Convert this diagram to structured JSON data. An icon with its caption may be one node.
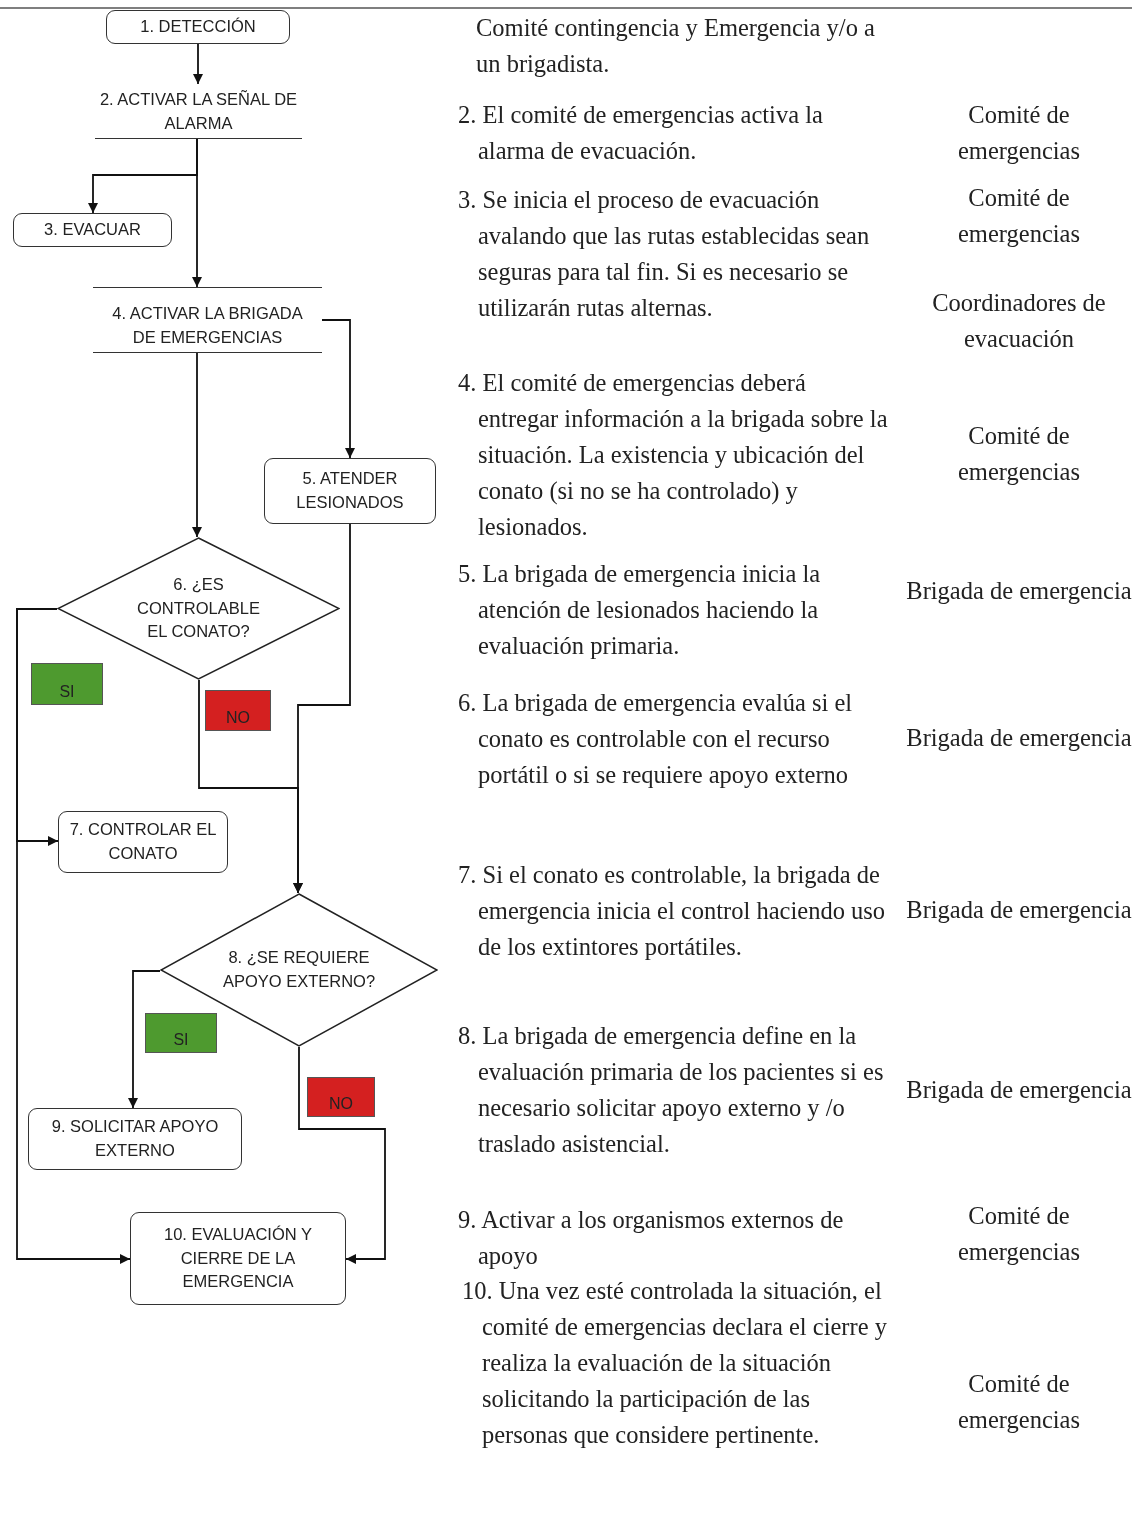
{
  "diagram": {
    "nodes": [
      {
        "text": [
          "1. DETECCIÓN"
        ]
      },
      {
        "text": [
          "2. ACTIVAR LA SEÑAL DE ALARMA"
        ]
      },
      {
        "text": [
          "3. EVACUAR"
        ]
      },
      {
        "text": [
          "4. ACTIVAR LA BRIGADA DE EMERGENCIAS"
        ]
      },
      {
        "text": [
          "5. ATENDER LESIONADOS"
        ]
      },
      {
        "text": [
          "6. ¿ES CONTROLABLE EL CONATO?"
        ]
      },
      {
        "text": [
          "7. CONTROLAR EL CONATO"
        ]
      },
      {
        "text": [
          "8. ¿SE REQUIERE APOYO EXTERNO?"
        ]
      },
      {
        "text": [
          "9. SOLICITAR APOYO EXTERNO"
        ]
      },
      {
        "text": [
          "10. EVALUACIÓN Y CIERRE DE LA EMERGENCIA"
        ]
      }
    ],
    "edges": [
      {
        "from": 0,
        "to": 1,
        "arrow": "to"
      },
      {
        "from": 1,
        "to": 2,
        "arrow": "to"
      },
      {
        "from": 1,
        "to": 3,
        "arrow": "to"
      },
      {
        "from": 3,
        "to": 4,
        "arrow": "to"
      },
      {
        "from": 3,
        "to": 5,
        "arrow": "to"
      },
      {
        "from": 5,
        "to": 6,
        "arrow": "to",
        "label": "SI"
      },
      {
        "from": 5,
        "to": 9,
        "arrow": "to"
      },
      {
        "from": 5,
        "to": 7,
        "arrow": "to",
        "label": "NO"
      },
      {
        "from": 4,
        "to": 7,
        "arrow": "to"
      },
      {
        "from": 7,
        "to": 8,
        "arrow": "to",
        "label": "SI"
      },
      {
        "from": 7,
        "to": 9,
        "arrow": "to",
        "label": "NO"
      }
    ],
    "labels": [
      "Comité contingencia y Emergencia y/o a un brigadista.",
      "2. El comité de emergencias activa la alarma de evacuación.",
      "Comité de emergencias",
      "3. Se inicia el proceso de evacuación avalando que las rutas establecidas sean seguras para tal fin. Si es necesario se utilizarán rutas alternas.",
      "Comité de emergencias",
      "Coordinadores de evacuación",
      "4. El comité de emergencias deberá entregar información a la brigada sobre la situación. La existencia y ubicación del conato (si no se ha controlado) y lesionados.",
      "Comité de emergencias",
      "5. La brigada de emergencia inicia la atención de lesionados haciendo la evaluación primaria.",
      "Brigada de emergencia",
      "6. La brigada de emergencia evalúa si el conato es controlable con el recurso portátil o si se requiere apoyo externo",
      "Brigada de emergencia",
      "7. Si el conato es controlable, la brigada de emergencia inicia el control haciendo uso de los extintores portátiles.",
      "Brigada de emergencia",
      "8. La brigada de emergencia define en la evaluación primaria de los pacientes si es necesario solicitar apoyo externo y /o traslado asistencial.",
      "Brigada de emergencia",
      "9. Activar a los organismos externos de apoyo",
      "Comité de emergencias",
      "10. Una vez esté controlada la situación, el comité de emergencias declara el cierre y realiza la evaluación de la situación solicitando la participación de las personas que considere pertinente.",
      "Comité de emergencias"
    ]
  }
}
